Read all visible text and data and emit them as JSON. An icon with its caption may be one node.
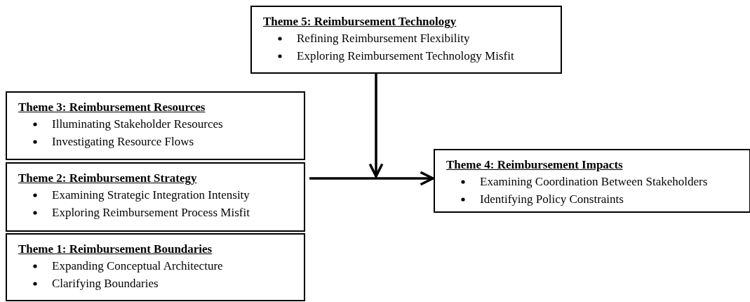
{
  "diagram": {
    "nodes": [
      {
        "text": [
          "Theme 5: Reimbursement Technology",
          "Refining Reimbursement Flexibility",
          "Exploring Reimbursement Technology Misfit"
        ]
      },
      {
        "text": [
          "Theme 3: Reimbursement Resources",
          "Illuminating Stakeholder Resources",
          "Investigating Resource Flows"
        ]
      },
      {
        "text": [
          "Theme 4: Reimbursement Impacts",
          "Examining Coordination Between Stakeholders",
          "Identifying Policy Constraints"
        ]
      },
      {
        "text": [
          "Theme 2: Reimbursement Strategy",
          "Examining Strategic Integration Intensity",
          "Exploring Reimbursement Process Misfit"
        ]
      },
      {
        "text": [
          "Theme 1: Reimbursement Boundaries",
          "Expanding Conceptual Architecture",
          "Clarifying Boundaries"
        ]
      }
    ],
    "edges": [
      {
        "from": 3,
        "to": 2,
        "arrow": "to"
      },
      {
        "from": 0,
        "to": null,
        "arrow": "to"
      }
    ]
  }
}
